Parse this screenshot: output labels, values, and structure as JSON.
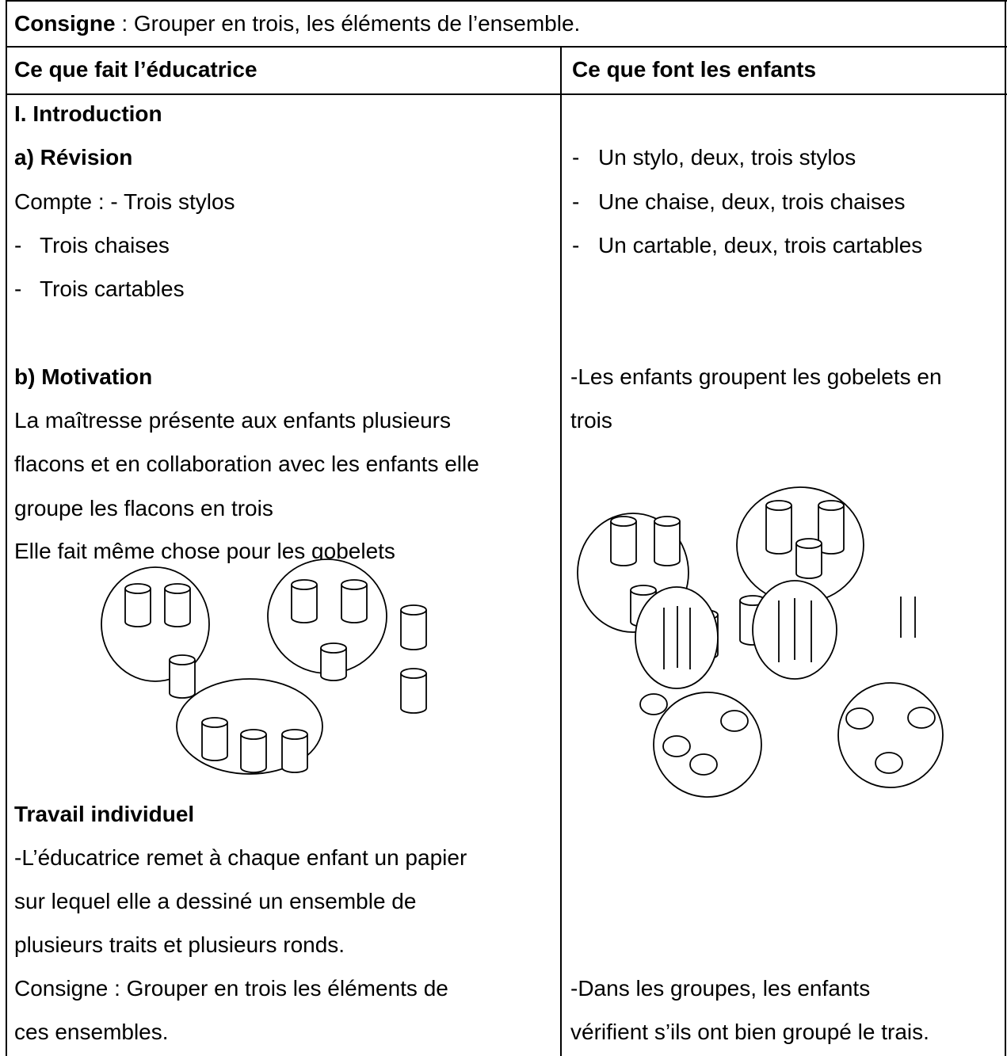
{
  "consigne": {
    "label": "Consigne",
    "text": " : Grouper en trois, les éléments de l’ensemble."
  },
  "headers": {
    "left": "Ce que fait l’éducatrice",
    "right": "Ce que font les enfants"
  },
  "left": {
    "section": "I. Introduction",
    "revision_title": "a)  Révision",
    "compte": "Compte : - Trois stylos",
    "compte_items": [
      "Trois chaises",
      "Trois cartables"
    ],
    "motivation_title": "b)  Motivation",
    "motivation_lines": [
      "La maîtresse présente aux enfants plusieurs",
      "flacons et en collaboration avec les enfants elle",
      "groupe les flacons en trois",
      "Elle fait même chose pour les gobelets"
    ],
    "travail_title": "Travail  individuel",
    "travail_lines": [
      "-L’éducatrice remet à chaque enfant un papier",
      "sur lequel elle a dessiné un ensemble de",
      "plusieurs traits et plusieurs ronds.",
      "Consigne : Grouper en trois les éléments de",
      "ces ensembles."
    ]
  },
  "right": {
    "count_items": [
      "Un stylo, deux, trois stylos",
      "Une chaise, deux, trois chaises",
      "Un cartable, deux, trois cartables"
    ],
    "motivation_lines": [
      "-Les enfants groupent les gobelets en",
      "trois"
    ],
    "final_lines": [
      "-Dans les groupes, les enfants",
      "vérifient s’ils ont bien groupé le trais."
    ]
  },
  "dash_glyph": "-"
}
